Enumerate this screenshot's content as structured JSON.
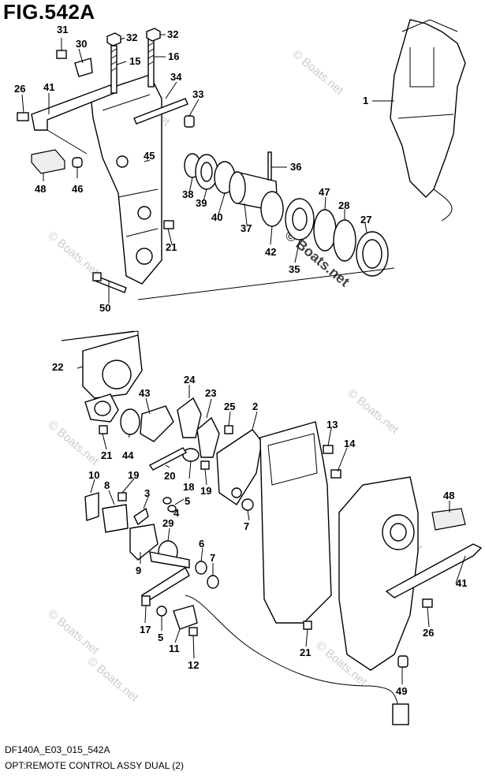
{
  "figure": {
    "title": "FIG.542A",
    "code": "DF140A_E03_015_542A",
    "caption": "OPT:REMOTE CONTROL ASSY DUAL (2)"
  },
  "watermark": {
    "text": "© Boats.net",
    "large_text": "© Boats.net"
  },
  "labels": [
    {
      "id": "31",
      "text": "31"
    },
    {
      "id": "30",
      "text": "30"
    },
    {
      "id": "32a",
      "text": "32"
    },
    {
      "id": "32b",
      "text": "32"
    },
    {
      "id": "15",
      "text": "15"
    },
    {
      "id": "16",
      "text": "16"
    },
    {
      "id": "26a",
      "text": "26"
    },
    {
      "id": "41a",
      "text": "41"
    },
    {
      "id": "34",
      "text": "34"
    },
    {
      "id": "33",
      "text": "33"
    },
    {
      "id": "1",
      "text": "1"
    },
    {
      "id": "45",
      "text": "45"
    },
    {
      "id": "36",
      "text": "36"
    },
    {
      "id": "48a",
      "text": "48"
    },
    {
      "id": "46",
      "text": "46"
    },
    {
      "id": "38",
      "text": "38"
    },
    {
      "id": "39",
      "text": "39"
    },
    {
      "id": "40",
      "text": "40"
    },
    {
      "id": "37",
      "text": "37"
    },
    {
      "id": "47",
      "text": "47"
    },
    {
      "id": "28",
      "text": "28"
    },
    {
      "id": "27",
      "text": "27"
    },
    {
      "id": "21a",
      "text": "21"
    },
    {
      "id": "42",
      "text": "42"
    },
    {
      "id": "35",
      "text": "35"
    },
    {
      "id": "50",
      "text": "50"
    },
    {
      "id": "22",
      "text": "22"
    },
    {
      "id": "24",
      "text": "24"
    },
    {
      "id": "43",
      "text": "43"
    },
    {
      "id": "23",
      "text": "23"
    },
    {
      "id": "25",
      "text": "25"
    },
    {
      "id": "2",
      "text": "2"
    },
    {
      "id": "13",
      "text": "13"
    },
    {
      "id": "14",
      "text": "14"
    },
    {
      "id": "21b",
      "text": "21"
    },
    {
      "id": "44",
      "text": "44"
    },
    {
      "id": "20",
      "text": "20"
    },
    {
      "id": "18",
      "text": "18"
    },
    {
      "id": "19a",
      "text": "19"
    },
    {
      "id": "10",
      "text": "10"
    },
    {
      "id": "19b",
      "text": "19"
    },
    {
      "id": "8",
      "text": "8"
    },
    {
      "id": "3",
      "text": "3"
    },
    {
      "id": "5a",
      "text": "5"
    },
    {
      "id": "4",
      "text": "4"
    },
    {
      "id": "7",
      "text": "7"
    },
    {
      "id": "48b",
      "text": "48"
    },
    {
      "id": "29",
      "text": "29"
    },
    {
      "id": "9",
      "text": "9"
    },
    {
      "id": "6",
      "text": "6"
    },
    {
      "id": "7b",
      "text": "7"
    },
    {
      "id": "41b",
      "text": "41"
    },
    {
      "id": "17",
      "text": "17"
    },
    {
      "id": "5b",
      "text": "5"
    },
    {
      "id": "26b",
      "text": "26"
    },
    {
      "id": "11",
      "text": "11"
    },
    {
      "id": "21c",
      "text": "21"
    },
    {
      "id": "12",
      "text": "12"
    },
    {
      "id": "49",
      "text": "49"
    }
  ]
}
